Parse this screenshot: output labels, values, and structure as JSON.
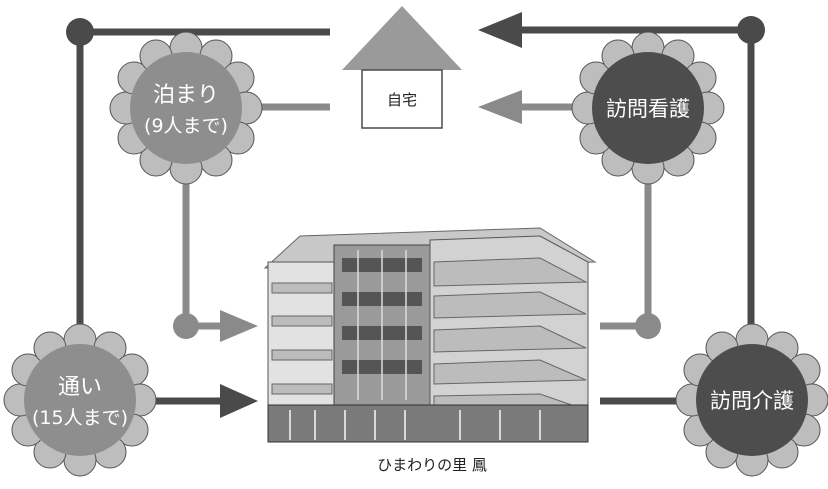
{
  "home": {
    "label": "自宅"
  },
  "facility": {
    "name": "ひまわりの里 鳳"
  },
  "services": {
    "stay": {
      "line1": "泊まり",
      "line2": "(9人まで)"
    },
    "day": {
      "line1": "通い",
      "line2": "(15人まで)"
    },
    "nursing": {
      "label": "訪問看護"
    },
    "care": {
      "label": "訪問介護"
    }
  },
  "colors": {
    "lineDark": "#4a4a4a",
    "lineGray": "#8a8a8a",
    "badgeDark": "#4d4d4d",
    "badgeGray": "#8e8e8e",
    "petal": "#bdbdbd",
    "building": "#d8d8d8"
  }
}
